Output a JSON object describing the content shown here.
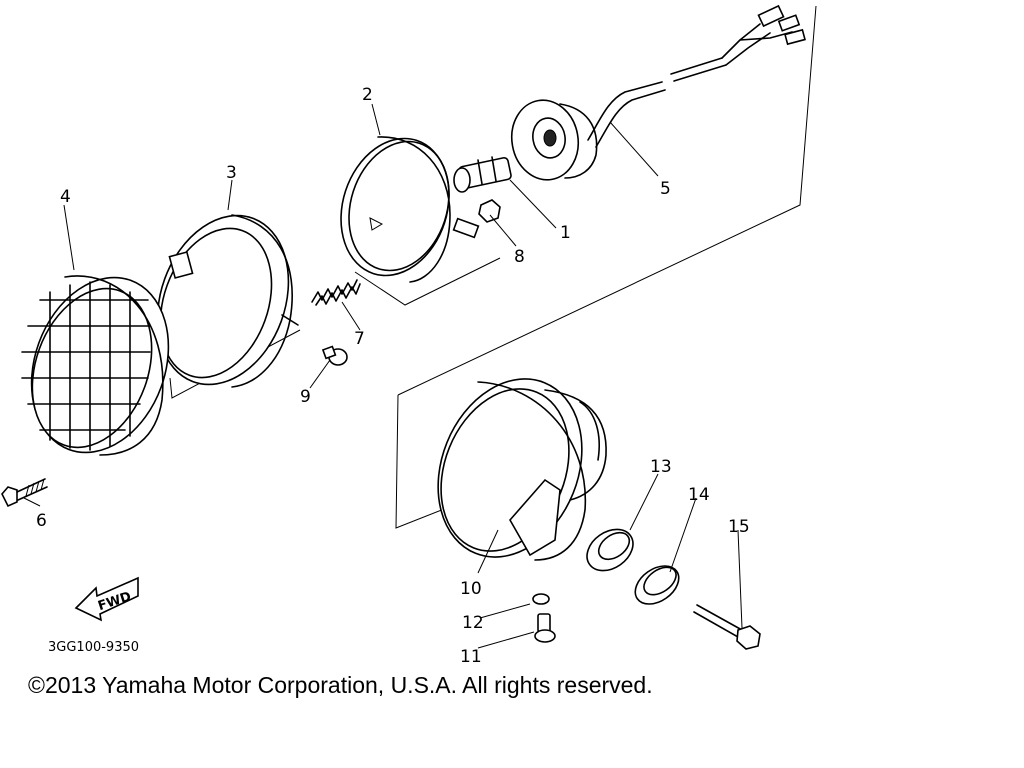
{
  "diagram": {
    "callouts": [
      {
        "id": "1",
        "label": "1"
      },
      {
        "id": "2",
        "label": "2"
      },
      {
        "id": "3",
        "label": "3"
      },
      {
        "id": "4",
        "label": "4"
      },
      {
        "id": "5",
        "label": "5"
      },
      {
        "id": "6",
        "label": "6"
      },
      {
        "id": "7",
        "label": "7"
      },
      {
        "id": "8",
        "label": "8"
      },
      {
        "id": "9",
        "label": "9"
      },
      {
        "id": "10",
        "label": "10"
      },
      {
        "id": "11",
        "label": "11"
      },
      {
        "id": "12",
        "label": "12"
      },
      {
        "id": "13",
        "label": "13"
      },
      {
        "id": "14",
        "label": "14"
      },
      {
        "id": "15",
        "label": "15"
      }
    ],
    "fwd_label": "FWD",
    "diagram_code": "3GG100-9350"
  },
  "footer": {
    "copyright": "©2013 Yamaha Motor Corporation, U.S.A. All rights reserved."
  }
}
